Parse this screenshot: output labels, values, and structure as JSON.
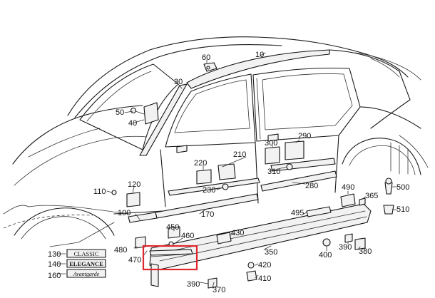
{
  "callouts": [
    {
      "id": "10",
      "text": "10"
    },
    {
      "id": "30",
      "text": "30"
    },
    {
      "id": "40",
      "text": "40"
    },
    {
      "id": "50",
      "text": "50"
    },
    {
      "id": "60",
      "text": "60"
    },
    {
      "id": "100",
      "text": "100"
    },
    {
      "id": "110",
      "text": "110"
    },
    {
      "id": "120",
      "text": "120"
    },
    {
      "id": "130",
      "text": "130"
    },
    {
      "id": "140",
      "text": "140"
    },
    {
      "id": "160",
      "text": "160"
    },
    {
      "id": "170",
      "text": "170"
    },
    {
      "id": "210",
      "text": "210"
    },
    {
      "id": "220",
      "text": "220"
    },
    {
      "id": "230",
      "text": "230"
    },
    {
      "id": "280",
      "text": "280"
    },
    {
      "id": "290",
      "text": "290"
    },
    {
      "id": "300",
      "text": "300"
    },
    {
      "id": "310",
      "text": "310"
    },
    {
      "id": "350",
      "text": "350"
    },
    {
      "id": "365",
      "text": "365"
    },
    {
      "id": "370",
      "text": "370"
    },
    {
      "id": "380",
      "text": "380"
    },
    {
      "id": "390a",
      "text": "390"
    },
    {
      "id": "390b",
      "text": "390"
    },
    {
      "id": "400",
      "text": "400"
    },
    {
      "id": "410",
      "text": "410"
    },
    {
      "id": "420",
      "text": "420"
    },
    {
      "id": "430",
      "text": "430"
    },
    {
      "id": "450",
      "text": "450"
    },
    {
      "id": "460",
      "text": "460"
    },
    {
      "id": "470",
      "text": "470"
    },
    {
      "id": "480",
      "text": "480"
    },
    {
      "id": "490",
      "text": "490"
    },
    {
      "id": "495",
      "text": "495"
    },
    {
      "id": "500",
      "text": "500"
    },
    {
      "id": "510",
      "text": "510"
    }
  ],
  "badges": {
    "classic": "CLASSIC",
    "elegance": "ELEGANCE",
    "avantgarde": "Avantgarde"
  },
  "colors": {
    "highlight": "#e0262e",
    "line": "#1a1a1a"
  }
}
